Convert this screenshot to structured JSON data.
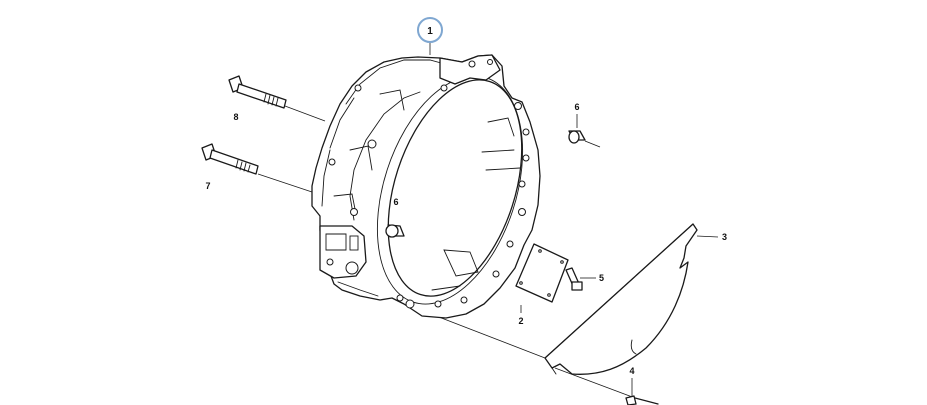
{
  "diagram": {
    "highlight_color": "#7fa7d1",
    "callouts": {
      "c1": "1",
      "c2": "2",
      "c3": "3",
      "c4": "4",
      "c5": "5",
      "c6a": "6",
      "c6b": "6",
      "c7": "7",
      "c8": "8"
    }
  }
}
